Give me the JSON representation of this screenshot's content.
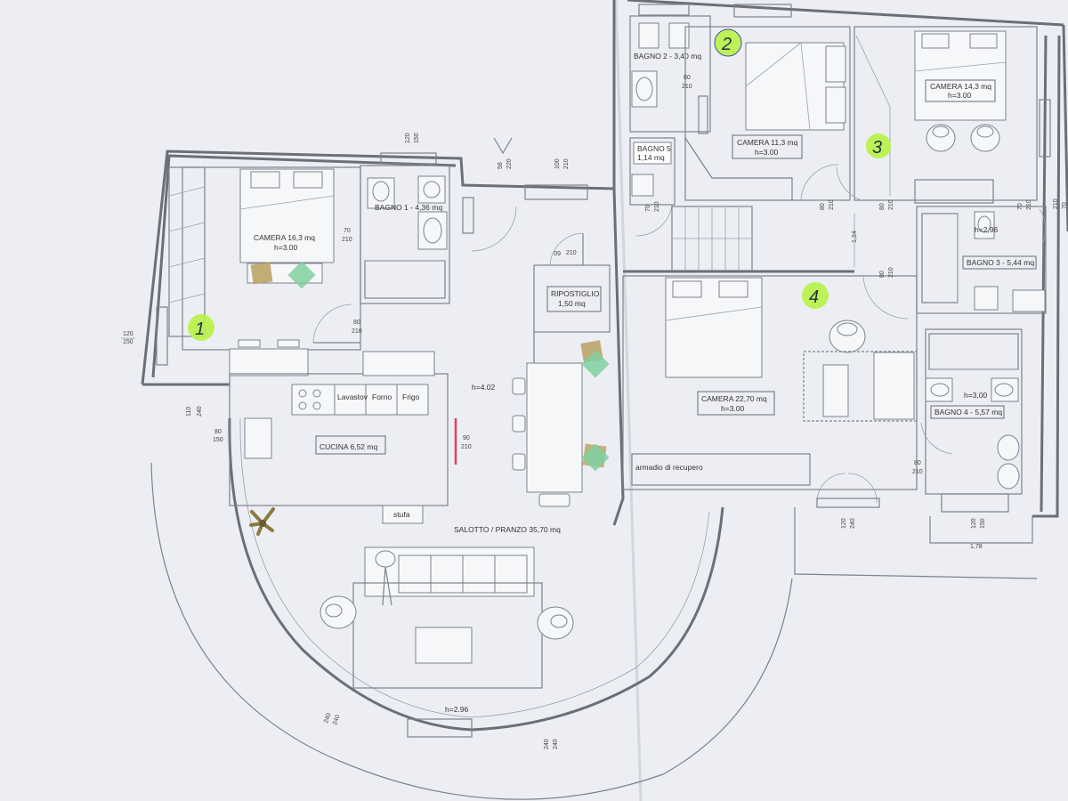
{
  "rooms": {
    "camera1": {
      "name": "CAMERA 16,3 mq",
      "height": "h=3.00",
      "badge": "1"
    },
    "bagno1": {
      "name": "BAGNO 1 - 4,36 mq"
    },
    "bagno2": {
      "name": "BAGNO 2 - 3,40 mq"
    },
    "bagno5": {
      "name": "BAGNO 5",
      "area": "1,14 mq"
    },
    "camera2": {
      "name": "CAMERA 11,3 mq",
      "height": "h=3.00",
      "badge": "2"
    },
    "camera3": {
      "name": "CAMERA 14,3 mq",
      "height": "h=3.00",
      "badge": "3"
    },
    "bagno3": {
      "name": "BAGNO 3 - 5,44 mq",
      "height": "h=2,96"
    },
    "ripostiglio": {
      "name": "RIPOSTIGLIO",
      "area": "1,50 mq"
    },
    "camera4": {
      "name": "CAMERA 22,70 mq",
      "height": "h=3.00",
      "badge": "4"
    },
    "bagno4": {
      "name": "BAGNO 4 - 5,57 mq",
      "height": "h=3,00"
    },
    "cucina": {
      "name": "CUCINA 6,52 mq",
      "height": "h=4.02"
    },
    "salotto": {
      "name": "SALOTTO / PRANZO 35,70 mq",
      "height": "h=2.96"
    }
  },
  "kitchen_labels": {
    "lavastov": "Lavastov",
    "forno": "Forno",
    "frigo": "Frigo",
    "stufa": "stufa"
  },
  "annotations": {
    "armadio": "armadio di recupero"
  },
  "dimensions": {
    "d120_150_left": {
      "a": "120",
      "b": "150"
    },
    "d110_240": {
      "a": "110",
      "b": "240"
    },
    "d80_150": {
      "a": "80",
      "b": "150"
    },
    "d80_210_cam1": {
      "a": "80",
      "b": "210"
    },
    "d70_210_bagno1": {
      "a": "70",
      "b": "210"
    },
    "d120_150_bagno1": {
      "a": "120",
      "b": "150"
    },
    "d58_220": {
      "a": "58",
      "b": "220"
    },
    "d100_210": {
      "a": "100",
      "b": "210"
    },
    "d60_210_rip": {
      "a": "60",
      "b": "210"
    },
    "d90_210_cucina": {
      "a": "90",
      "b": "210"
    },
    "d60_210_bagno2": {
      "a": "60",
      "b": "210"
    },
    "d70_210_bagno5": {
      "a": "70",
      "b": "210"
    },
    "d80_210_cam2": {
      "a": "80",
      "b": "210"
    },
    "d80_210_cam3": {
      "a": "80",
      "b": "210"
    },
    "d134": {
      "a": "1,34"
    },
    "d80_210_cam4": {
      "a": "80",
      "b": "210"
    },
    "d70_210_bagno3": {
      "a": "70",
      "b": "210"
    },
    "d70_210_right": {
      "a": "70",
      "b": "210"
    },
    "d80_210_bagno4": {
      "a": "80",
      "b": "210"
    },
    "d120_240_cam4": {
      "a": "120",
      "b": "240"
    },
    "d120_150_bagno4": {
      "a": "120",
      "b": "150"
    },
    "d178": {
      "a": "1,78"
    },
    "d240_240_a": {
      "a": "240",
      "b": "240"
    },
    "d240_240_b": {
      "a": "240",
      "b": "240"
    }
  },
  "colors": {
    "badge": "#b7f246",
    "note_olive": "#b8a060",
    "note_green": "#7fd0a0",
    "wall": "#6b6f78",
    "door_red": "#e0405a"
  }
}
